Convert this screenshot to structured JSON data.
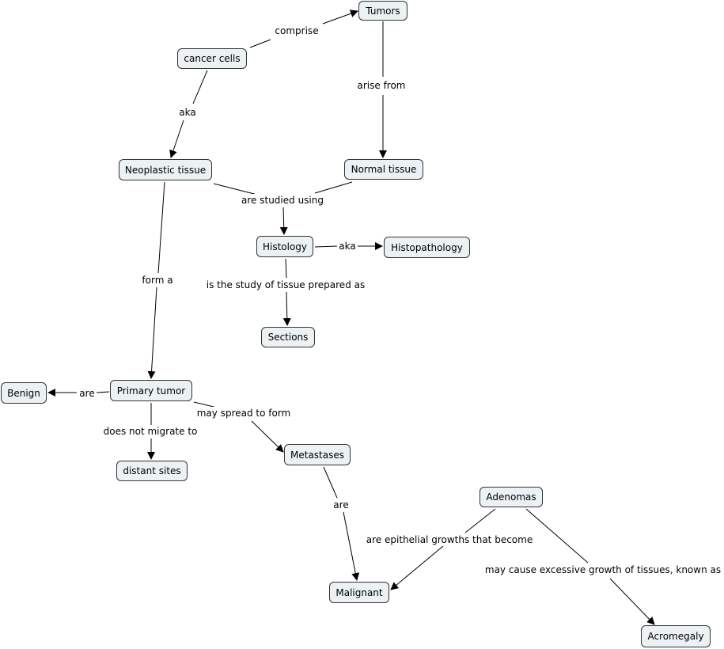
{
  "nodes": {
    "tumors": "Tumors",
    "cancer_cells": "cancer cells",
    "neoplastic_tissue": "Neoplastic tissue",
    "normal_tissue": "Normal tissue",
    "histology": "Histology",
    "histopathology": "Histopathology",
    "sections": "Sections",
    "primary_tumor": "Primary tumor",
    "benign": "Benign",
    "distant_sites": "distant sites",
    "metastases": "Metastases",
    "adenomas": "Adenomas",
    "malignant": "Malignant",
    "acromegaly": "Acromegaly"
  },
  "links": {
    "comprise": "comprise",
    "arise_from": "arise from",
    "aka_neo": "aka",
    "studied_using": "are studied using",
    "aka_histo": "aka",
    "study_of_tissue": "is the study of tissue prepared as",
    "form_a": "form a",
    "are_benign": "are",
    "does_not_migrate": "does not migrate to",
    "may_spread": "may spread to form",
    "are_malignant": "are",
    "epithelial_growths": "are epithelial growths that become",
    "excessive_growth": "may cause excessive growth of tissues, known as"
  },
  "colors": {
    "node_fill": "#ecf1f3",
    "node_border": "#333333",
    "line": "#000000"
  }
}
